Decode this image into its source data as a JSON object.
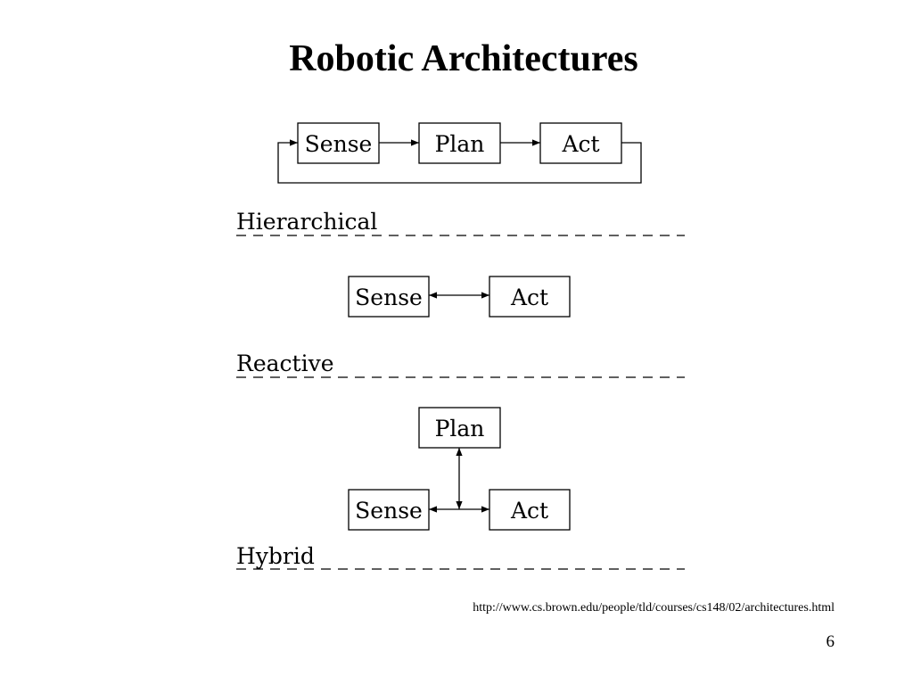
{
  "slide": {
    "title": "Robotic Architectures",
    "source_url": "http://www.cs.brown.edu/people/tld/courses/cs148/02/architectures.html",
    "page_number": "6"
  },
  "diagrams": {
    "hierarchical": {
      "section_label": "Hierarchical",
      "boxes": [
        "Sense",
        "Plan",
        "Act"
      ],
      "flow": "Sense -> Plan -> Act, with feedback loop from Act back to Sense"
    },
    "reactive": {
      "section_label": "Reactive",
      "boxes": [
        "Sense",
        "Act"
      ],
      "flow": "Sense <-> Act"
    },
    "hybrid": {
      "section_label": "Hybrid",
      "boxes": [
        "Plan",
        "Sense",
        "Act"
      ],
      "flow": "Sense <-> Act, with Plan <-> Sense/Act link"
    }
  }
}
